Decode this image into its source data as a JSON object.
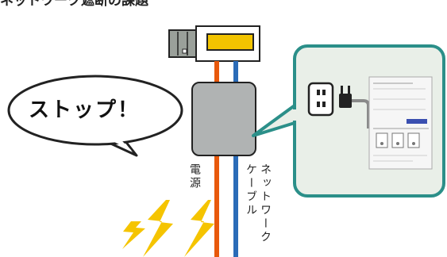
{
  "header": {
    "clipped_title": "ネットワーク遮断の課題"
  },
  "speech_bubble": {
    "text": "ストップ！"
  },
  "labels": {
    "power": "電源",
    "network_line1": "ネットワーク",
    "network_line2": "ケーブル"
  },
  "colors": {
    "power_cable": "#e8590c",
    "network_cable": "#2b6cb8",
    "panel_fill": "#e9efe8",
    "panel_border": "#2b8f89",
    "bolt": "#f5c400",
    "meter_accent": "#f2c400"
  },
  "icons": {
    "meter": "meter-icon",
    "junction": "junction-box-icon",
    "outlet": "outlet-icon",
    "plug": "plug-icon",
    "powerstrip": "power-strip-icon",
    "lightning": "lightning-bolt-icon"
  }
}
